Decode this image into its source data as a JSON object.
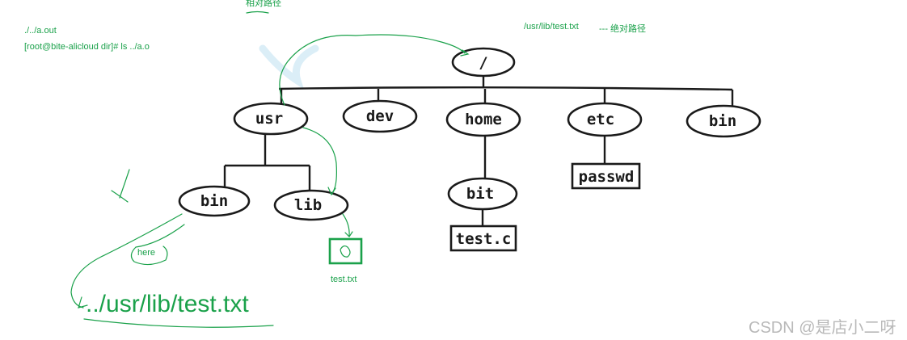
{
  "tree": {
    "root": "/",
    "level1": [
      "usr",
      "dev",
      "home",
      "etc",
      "bin"
    ],
    "usr_children": [
      "bin",
      "lib"
    ],
    "home_children": [
      "bit"
    ],
    "bit_files": [
      "test.c"
    ],
    "etc_files": [
      "passwd"
    ]
  },
  "annotations": {
    "terminal_line1": "./../a.out",
    "terminal_line2": "[root@bite-alicloud dir]# ls ../a.o",
    "top_label": "相对路径",
    "absolute_path": "/usr/lib/test.txt",
    "absolute_note": "--- 绝对路径",
    "here": "here",
    "target_file": "test.txt",
    "relative_path": "../usr/lib/test.txt"
  },
  "watermark": "CSDN @是店小二呀",
  "colors": {
    "annotation": "#1aa14a",
    "ink": "#1a1a1a",
    "watermark": "#b9b9b9"
  }
}
